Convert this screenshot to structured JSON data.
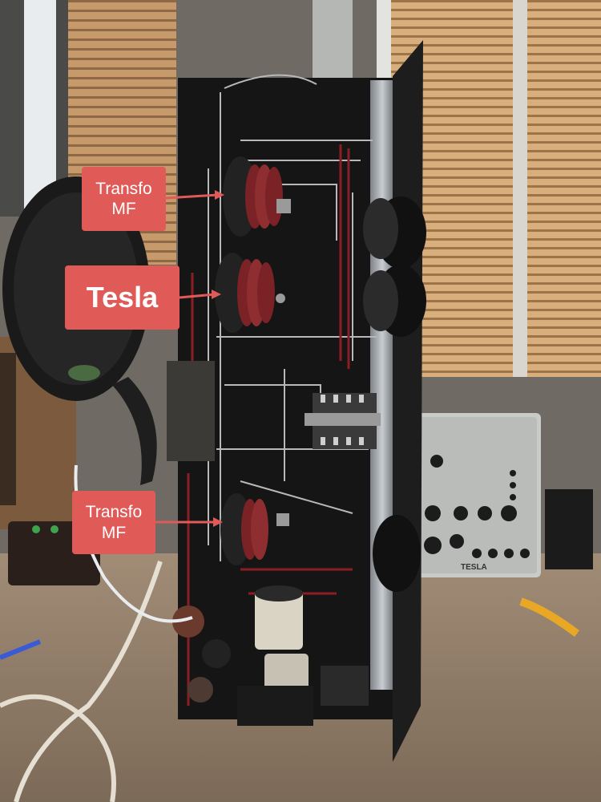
{
  "photo": {
    "subject": "vintage radio receiver chassis",
    "brand_label": "TESLA"
  },
  "callouts": [
    {
      "id": "transfo-top",
      "text": "Transfo\nMF",
      "target": "upper IF transformer coil"
    },
    {
      "id": "tesla",
      "text": "Tesla",
      "target": "middle coil assembly"
    },
    {
      "id": "transfo-bottom",
      "text": "Transfo\nMF",
      "target": "lower IF transformer coil"
    }
  ],
  "colors": {
    "callout_bg": "#e05a58",
    "callout_text": "#ffffff",
    "arrow": "#e05a58"
  }
}
